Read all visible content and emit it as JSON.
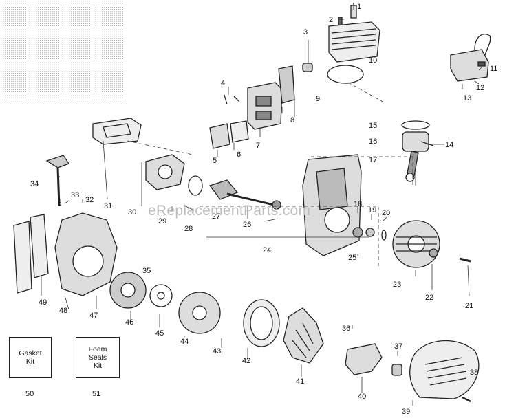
{
  "diagram": {
    "watermark": "eReplacementParts.com",
    "labels": [
      "1",
      "2",
      "3",
      "4",
      "5",
      "6",
      "7",
      "8",
      "9",
      "10",
      "11",
      "12",
      "13",
      "14",
      "15",
      "16",
      "17",
      "18",
      "19",
      "20",
      "21",
      "22",
      "23",
      "24",
      "25",
      "26",
      "27",
      "28",
      "29",
      "30",
      "31",
      "32",
      "33",
      "34",
      "35",
      "36",
      "37",
      "38",
      "39",
      "40",
      "41",
      "42",
      "43",
      "44",
      "45",
      "46",
      "47",
      "48",
      "49"
    ],
    "kits": [
      {
        "name": "Gasket\nKit",
        "number": "50"
      },
      {
        "name": "Foam\nSeals\nKit",
        "number": "51"
      }
    ]
  }
}
